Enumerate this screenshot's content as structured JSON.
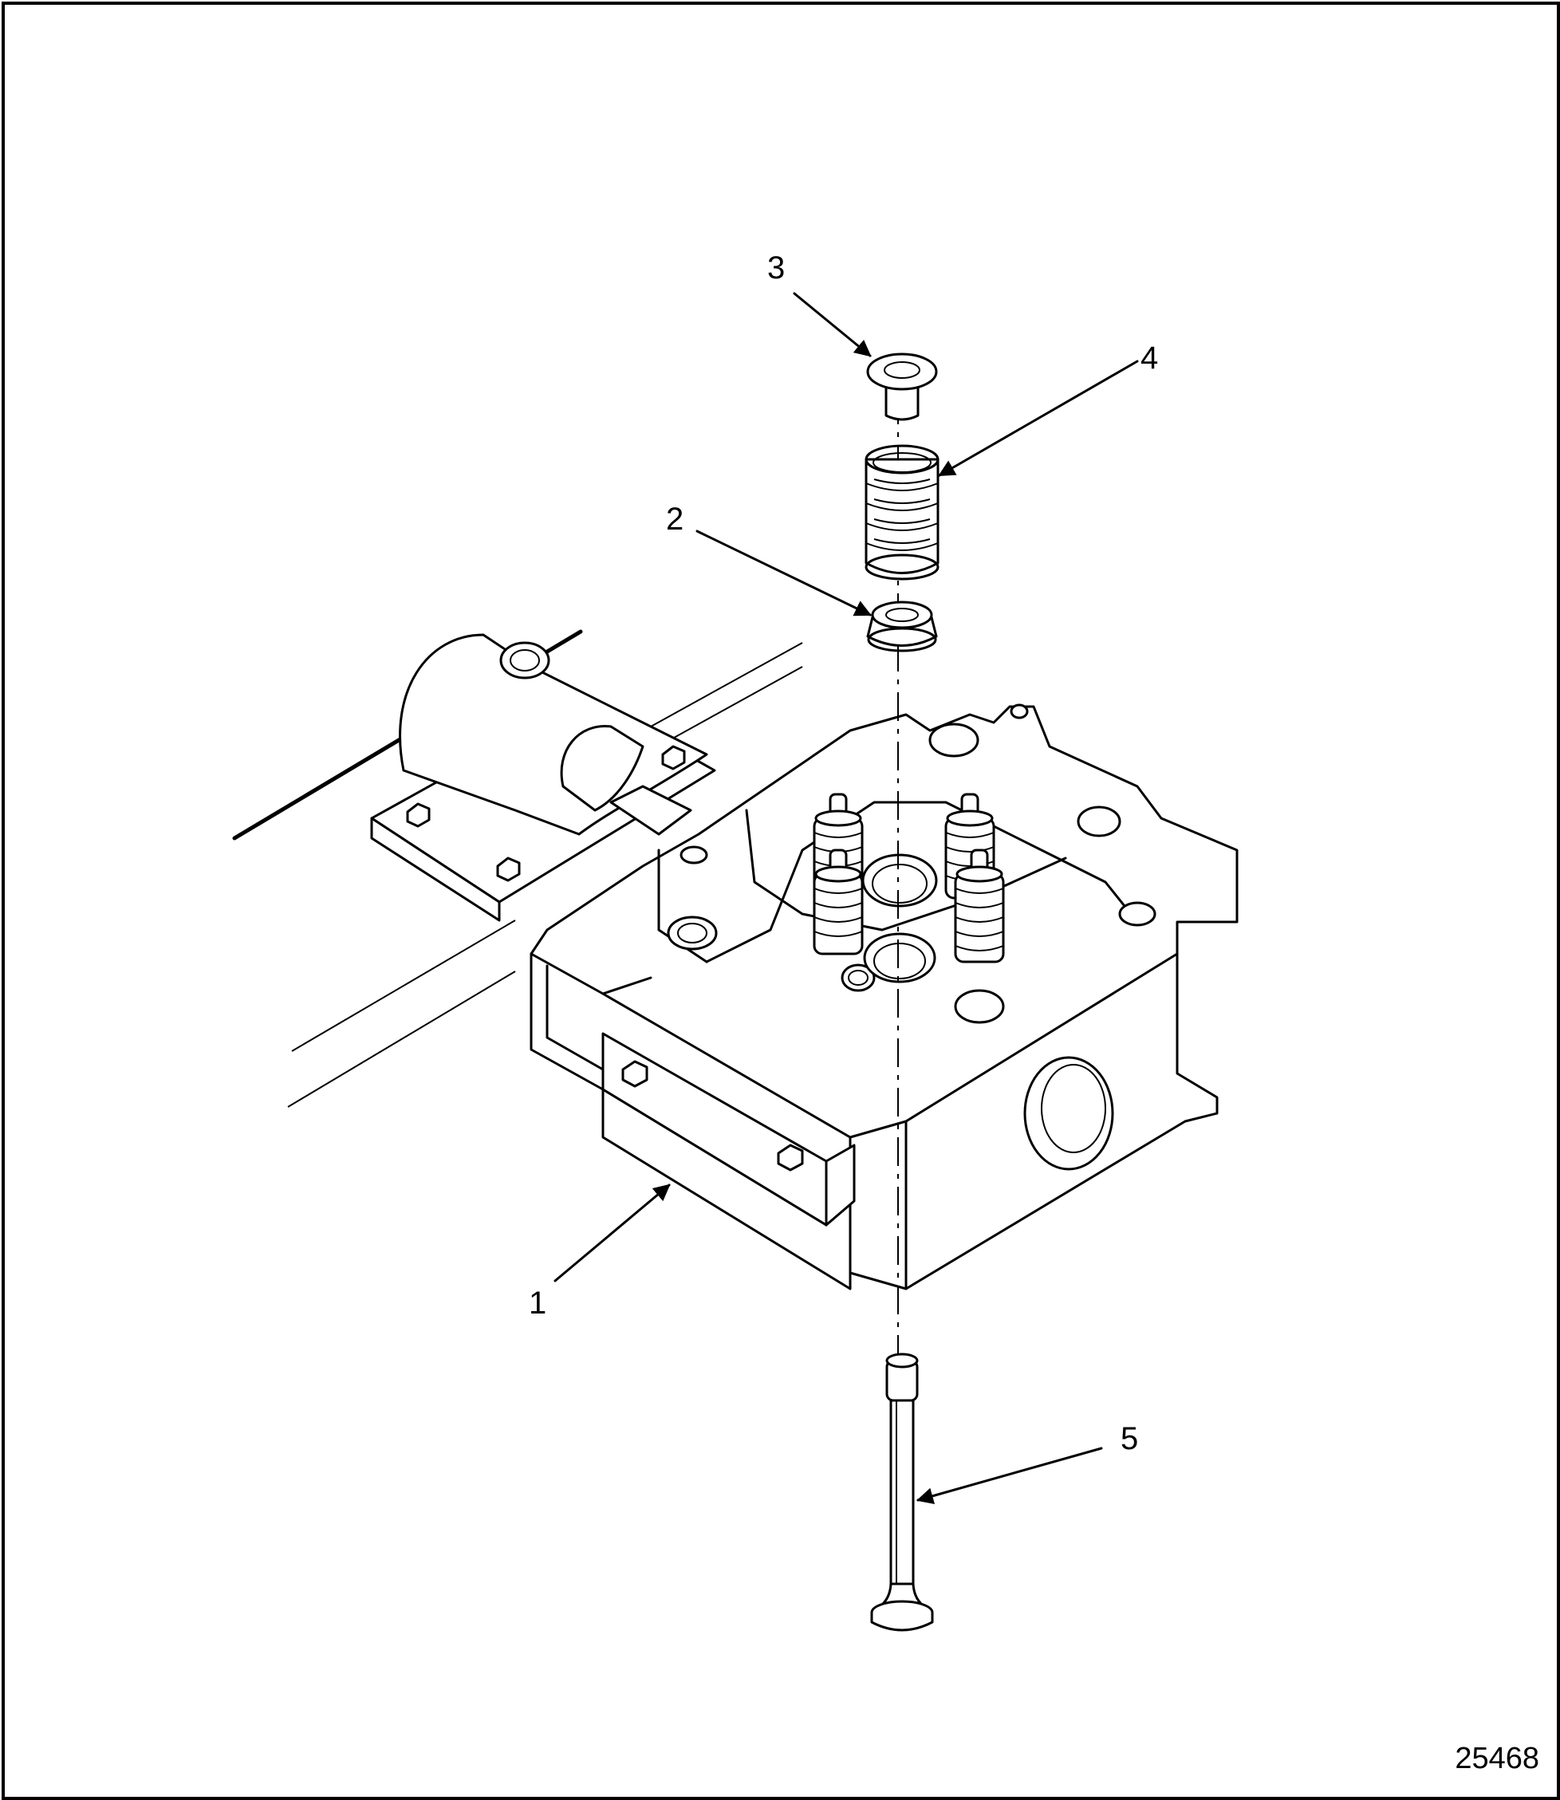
{
  "figure": {
    "number": "25468",
    "callouts": [
      {
        "id": "1",
        "label": "1"
      },
      {
        "id": "2",
        "label": "2"
      },
      {
        "id": "3",
        "label": "3"
      },
      {
        "id": "4",
        "label": "4"
      },
      {
        "id": "5",
        "label": "5"
      }
    ]
  }
}
